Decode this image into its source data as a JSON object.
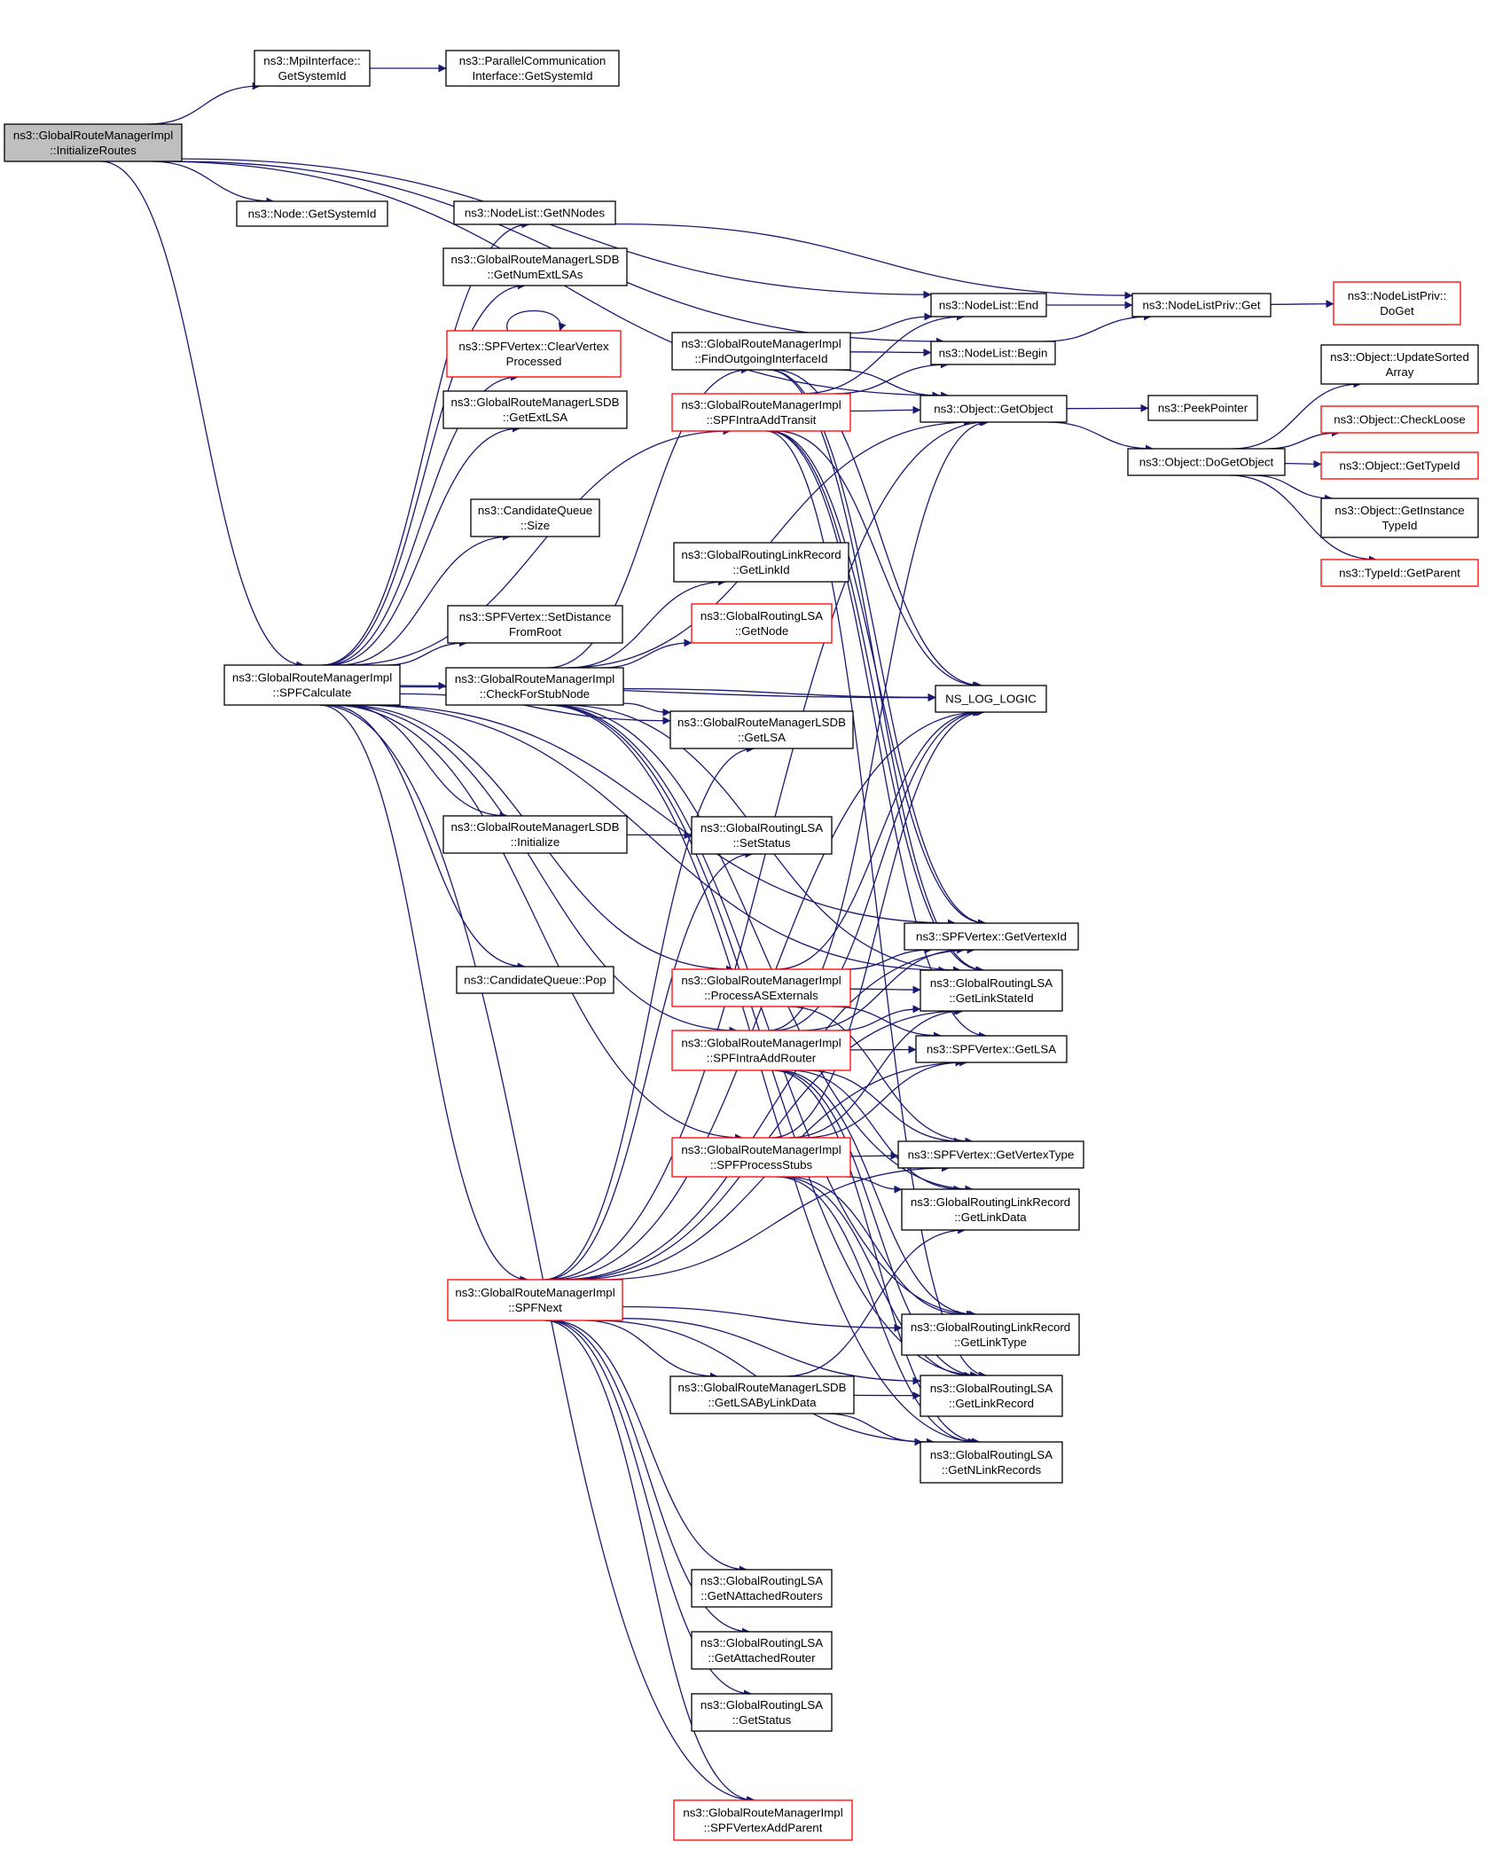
{
  "colors": {
    "edge": "#191970",
    "border_normal": "#000000",
    "border_truncated": "#ff0000",
    "root_fill": "#bfbfbf",
    "node_fill": "#ffffff"
  },
  "nodes": [
    {
      "id": "init",
      "lines": [
        "ns3::GlobalRouteManagerImpl",
        "::InitializeRoutes"
      ],
      "style": "root"
    },
    {
      "id": "mpi",
      "lines": [
        "ns3::MpiInterface::",
        "GetSystemId"
      ],
      "style": "normal"
    },
    {
      "id": "pci",
      "lines": [
        "ns3::ParallelCommunication",
        "Interface::GetSystemId"
      ],
      "style": "normal"
    },
    {
      "id": "nodesys",
      "lines": [
        "ns3::Node::GetSystemId"
      ],
      "style": "normal"
    },
    {
      "id": "getnnodes",
      "lines": [
        "ns3::NodeList::GetNNodes"
      ],
      "style": "normal"
    },
    {
      "id": "getnumext",
      "lines": [
        "ns3::GlobalRouteManagerLSDB",
        "::GetNumExtLSAs"
      ],
      "style": "normal"
    },
    {
      "id": "clearvp",
      "lines": [
        "ns3::SPFVertex::ClearVertex",
        "Processed"
      ],
      "style": "truncated"
    },
    {
      "id": "getextlsa",
      "lines": [
        "ns3::GlobalRouteManagerLSDB",
        "::GetExtLSA"
      ],
      "style": "normal"
    },
    {
      "id": "cqsize",
      "lines": [
        "ns3::CandidateQueue",
        "::Size"
      ],
      "style": "normal"
    },
    {
      "id": "setdist",
      "lines": [
        "ns3::SPFVertex::SetDistance",
        "FromRoot"
      ],
      "style": "normal"
    },
    {
      "id": "spfcalc",
      "lines": [
        "ns3::GlobalRouteManagerImpl",
        "::SPFCalculate"
      ],
      "style": "normal"
    },
    {
      "id": "checkstub",
      "lines": [
        "ns3::GlobalRouteManagerImpl",
        "::CheckForStubNode"
      ],
      "style": "normal"
    },
    {
      "id": "lsdbinit",
      "lines": [
        "ns3::GlobalRouteManagerLSDB",
        "::Initialize"
      ],
      "style": "normal"
    },
    {
      "id": "cqpop",
      "lines": [
        "ns3::CandidateQueue::Pop"
      ],
      "style": "normal"
    },
    {
      "id": "spfnext",
      "lines": [
        "ns3::GlobalRouteManagerImpl",
        "::SPFNext"
      ],
      "style": "truncated"
    },
    {
      "id": "findout",
      "lines": [
        "ns3::GlobalRouteManagerImpl",
        "::FindOutgoingInterfaceId"
      ],
      "style": "normal"
    },
    {
      "id": "addtransit",
      "lines": [
        "ns3::GlobalRouteManagerImpl",
        "::SPFIntraAddTransit"
      ],
      "style": "truncated"
    },
    {
      "id": "getlinkid",
      "lines": [
        "ns3::GlobalRoutingLinkRecord",
        "::GetLinkId"
      ],
      "style": "normal"
    },
    {
      "id": "lsagetnode",
      "lines": [
        "ns3::GlobalRoutingLSA",
        "::GetNode"
      ],
      "style": "truncated"
    },
    {
      "id": "lsdbgetlsa",
      "lines": [
        "ns3::GlobalRouteManagerLSDB",
        "::GetLSA"
      ],
      "style": "normal"
    },
    {
      "id": "setstatus",
      "lines": [
        "ns3::GlobalRoutingLSA",
        "::SetStatus"
      ],
      "style": "normal"
    },
    {
      "id": "procase",
      "lines": [
        "ns3::GlobalRouteManagerImpl",
        "::ProcessASExternals"
      ],
      "style": "truncated"
    },
    {
      "id": "addrouter",
      "lines": [
        "ns3::GlobalRouteManagerImpl",
        "::SPFIntraAddRouter"
      ],
      "style": "truncated"
    },
    {
      "id": "procstubs",
      "lines": [
        "ns3::GlobalRouteManagerImpl",
        "::SPFProcessStubs"
      ],
      "style": "truncated"
    },
    {
      "id": "lsabylink",
      "lines": [
        "ns3::GlobalRouteManagerLSDB",
        "::GetLSAByLinkData"
      ],
      "style": "normal"
    },
    {
      "id": "getnattached",
      "lines": [
        "ns3::GlobalRoutingLSA",
        "::GetNAttachedRouters"
      ],
      "style": "normal"
    },
    {
      "id": "getattached",
      "lines": [
        "ns3::GlobalRoutingLSA",
        "::GetAttachedRouter"
      ],
      "style": "normal"
    },
    {
      "id": "getstatus",
      "lines": [
        "ns3::GlobalRoutingLSA",
        "::GetStatus"
      ],
      "style": "normal"
    },
    {
      "id": "addparent",
      "lines": [
        "ns3::GlobalRouteManagerImpl",
        "::SPFVertexAddParent"
      ],
      "style": "truncated"
    },
    {
      "id": "nlend",
      "lines": [
        "ns3::NodeList::End"
      ],
      "style": "normal"
    },
    {
      "id": "nlbegin",
      "lines": [
        "ns3::NodeList::Begin"
      ],
      "style": "normal"
    },
    {
      "id": "getobject",
      "lines": [
        "ns3::Object::GetObject"
      ],
      "style": "normal"
    },
    {
      "id": "nslog",
      "lines": [
        "NS_LOG_LOGIC"
      ],
      "style": "normal"
    },
    {
      "id": "vertexid",
      "lines": [
        "ns3::SPFVertex::GetVertexId"
      ],
      "style": "normal"
    },
    {
      "id": "linkstateid",
      "lines": [
        "ns3::GlobalRoutingLSA",
        "::GetLinkStateId"
      ],
      "style": "normal"
    },
    {
      "id": "vgetlsa",
      "lines": [
        "ns3::SPFVertex::GetLSA"
      ],
      "style": "normal"
    },
    {
      "id": "vtype",
      "lines": [
        "ns3::SPFVertex::GetVertexType"
      ],
      "style": "normal"
    },
    {
      "id": "linkdata",
      "lines": [
        "ns3::GlobalRoutingLinkRecord",
        "::GetLinkData"
      ],
      "style": "normal"
    },
    {
      "id": "linktype",
      "lines": [
        "ns3::GlobalRoutingLinkRecord",
        "::GetLinkType"
      ],
      "style": "normal"
    },
    {
      "id": "linkrecord",
      "lines": [
        "ns3::GlobalRoutingLSA",
        "::GetLinkRecord"
      ],
      "style": "normal"
    },
    {
      "id": "nlinkrecords",
      "lines": [
        "ns3::GlobalRoutingLSA",
        "::GetNLinkRecords"
      ],
      "style": "normal"
    },
    {
      "id": "nlpget",
      "lines": [
        "ns3::NodeListPriv::Get"
      ],
      "style": "normal"
    },
    {
      "id": "nlpdoget",
      "lines": [
        "ns3::NodeListPriv::",
        "DoGet"
      ],
      "style": "truncated"
    },
    {
      "id": "peek",
      "lines": [
        "ns3::PeekPointer"
      ],
      "style": "normal"
    },
    {
      "id": "dogetobject",
      "lines": [
        "ns3::Object::DoGetObject"
      ],
      "style": "normal"
    },
    {
      "id": "updsorted",
      "lines": [
        "ns3::Object::UpdateSorted",
        "Array"
      ],
      "style": "normal"
    },
    {
      "id": "checkloose",
      "lines": [
        "ns3::Object::CheckLoose"
      ],
      "style": "truncated"
    },
    {
      "id": "gettypeid",
      "lines": [
        "ns3::Object::GetTypeId"
      ],
      "style": "truncated"
    },
    {
      "id": "getinsttype",
      "lines": [
        "ns3::Object::GetInstance",
        "TypeId"
      ],
      "style": "normal"
    },
    {
      "id": "getparent",
      "lines": [
        "ns3::TypeId::GetParent"
      ],
      "style": "truncated"
    }
  ],
  "edges": [
    [
      "init",
      "mpi"
    ],
    [
      "init",
      "nlend"
    ],
    [
      "init",
      "nlbegin"
    ],
    [
      "init",
      "getobject"
    ],
    [
      "init",
      "nodesys"
    ],
    [
      "init",
      "spfcalc"
    ],
    [
      "mpi",
      "pci"
    ],
    [
      "spfcalc",
      "getnnodes"
    ],
    [
      "spfcalc",
      "getnumext"
    ],
    [
      "spfcalc",
      "clearvp"
    ],
    [
      "spfcalc",
      "getextlsa"
    ],
    [
      "spfcalc",
      "addtransit"
    ],
    [
      "spfcalc",
      "cqsize"
    ],
    [
      "spfcalc",
      "setdist"
    ],
    [
      "spfcalc",
      "checkstub"
    ],
    [
      "spfcalc",
      "lsdbgetlsa"
    ],
    [
      "spfcalc",
      "lsdbinit"
    ],
    [
      "spfcalc",
      "cqpop"
    ],
    [
      "spfcalc",
      "procase"
    ],
    [
      "spfcalc",
      "addrouter"
    ],
    [
      "spfcalc",
      "procstubs"
    ],
    [
      "spfcalc",
      "spfnext"
    ],
    [
      "spfcalc",
      "nslog"
    ],
    [
      "spfcalc",
      "vertexid"
    ],
    [
      "spfcalc",
      "linkstateid"
    ],
    [
      "spfcalc",
      "addparent"
    ],
    [
      "clearvp",
      "clearvp"
    ],
    [
      "getnnodes",
      "nlpget"
    ],
    [
      "nlend",
      "nlpget"
    ],
    [
      "nlbegin",
      "nlpget"
    ],
    [
      "nlpget",
      "nlpdoget"
    ],
    [
      "getobject",
      "peek"
    ],
    [
      "getobject",
      "dogetobject"
    ],
    [
      "dogetobject",
      "updsorted"
    ],
    [
      "dogetobject",
      "checkloose"
    ],
    [
      "dogetobject",
      "gettypeid"
    ],
    [
      "dogetobject",
      "getinsttype"
    ],
    [
      "dogetobject",
      "getparent"
    ],
    [
      "checkstub",
      "getlinkid"
    ],
    [
      "checkstub",
      "lsagetnode"
    ],
    [
      "checkstub",
      "lsdbgetlsa"
    ],
    [
      "checkstub",
      "findout"
    ],
    [
      "checkstub",
      "getobject"
    ],
    [
      "checkstub",
      "nslog"
    ],
    [
      "checkstub",
      "linkstateid"
    ],
    [
      "checkstub",
      "nlinkrecords"
    ],
    [
      "checkstub",
      "linkrecord"
    ],
    [
      "checkstub",
      "linktype"
    ],
    [
      "checkstub",
      "linkdata"
    ],
    [
      "lsdbinit",
      "setstatus"
    ],
    [
      "findout",
      "nlend"
    ],
    [
      "findout",
      "nlbegin"
    ],
    [
      "findout",
      "getobject"
    ],
    [
      "findout",
      "nslog"
    ],
    [
      "findout",
      "linkstateid"
    ],
    [
      "findout",
      "vertexid"
    ],
    [
      "addtransit",
      "nlend"
    ],
    [
      "addtransit",
      "nlbegin"
    ],
    [
      "addtransit",
      "getobject"
    ],
    [
      "addtransit",
      "nslog"
    ],
    [
      "addtransit",
      "vertexid"
    ],
    [
      "addtransit",
      "linkstateid"
    ],
    [
      "addtransit",
      "vgetlsa"
    ],
    [
      "addtransit",
      "linkrecord"
    ],
    [
      "procase",
      "nslog"
    ],
    [
      "procase",
      "vertexid"
    ],
    [
      "procase",
      "linkstateid"
    ],
    [
      "procase",
      "vgetlsa"
    ],
    [
      "procase",
      "vtype"
    ],
    [
      "addrouter",
      "getobject"
    ],
    [
      "addrouter",
      "nslog"
    ],
    [
      "addrouter",
      "vertexid"
    ],
    [
      "addrouter",
      "linkstateid"
    ],
    [
      "addrouter",
      "vgetlsa"
    ],
    [
      "addrouter",
      "linkrecord"
    ],
    [
      "addrouter",
      "nlinkrecords"
    ],
    [
      "addrouter",
      "linktype"
    ],
    [
      "addrouter",
      "linkdata"
    ],
    [
      "addrouter",
      "vtype"
    ],
    [
      "procstubs",
      "nslog"
    ],
    [
      "procstubs",
      "linkstateid"
    ],
    [
      "procstubs",
      "vgetlsa"
    ],
    [
      "procstubs",
      "vtype"
    ],
    [
      "procstubs",
      "linkrecord"
    ],
    [
      "procstubs",
      "nlinkrecords"
    ],
    [
      "procstubs",
      "linkdata"
    ],
    [
      "procstubs",
      "linktype"
    ],
    [
      "spfnext",
      "lsabylink"
    ],
    [
      "spfnext",
      "getnattached"
    ],
    [
      "spfnext",
      "getattached"
    ],
    [
      "spfnext",
      "getstatus"
    ],
    [
      "spfnext",
      "addparent"
    ],
    [
      "spfnext",
      "setstatus"
    ],
    [
      "spfnext",
      "lsdbgetlsa"
    ],
    [
      "spfnext",
      "vtype"
    ],
    [
      "spfnext",
      "vgetlsa"
    ],
    [
      "spfnext",
      "linkrecord"
    ],
    [
      "spfnext",
      "nlinkrecords"
    ],
    [
      "spfnext",
      "linktype"
    ],
    [
      "spfnext",
      "vertexid"
    ],
    [
      "spfnext",
      "linkstateid"
    ],
    [
      "spfnext",
      "nslog"
    ],
    [
      "spfnext",
      "getobject"
    ],
    [
      "lsabylink",
      "linkrecord"
    ],
    [
      "lsabylink",
      "nlinkrecords"
    ],
    [
      "lsabylink",
      "linkdata"
    ]
  ]
}
